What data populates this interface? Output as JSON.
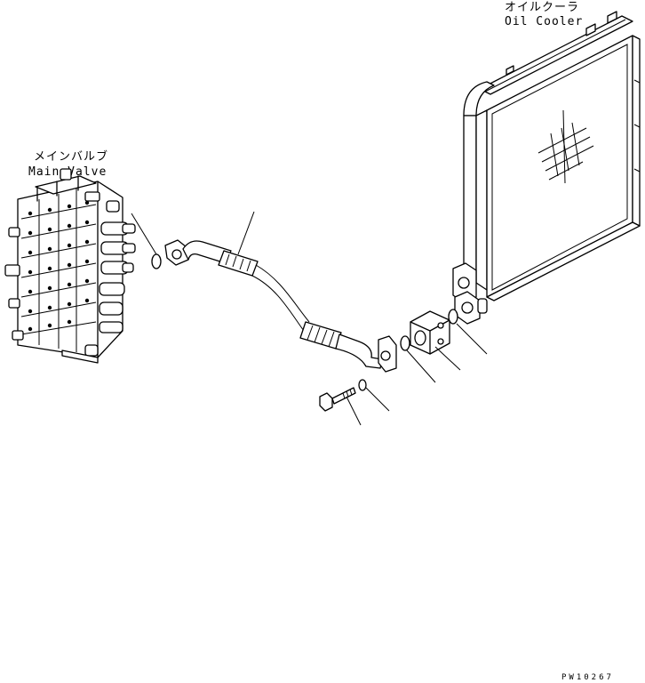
{
  "labels": {
    "main_valve_jp": "メインバルブ",
    "main_valve_en": "Main Valve",
    "oil_cooler_jp": "オイルクーラ",
    "oil_cooler_en": "Oil Cooler"
  },
  "drawing_code": "PW10267",
  "colors": {
    "ink": "#000000",
    "paper": "#ffffff"
  }
}
